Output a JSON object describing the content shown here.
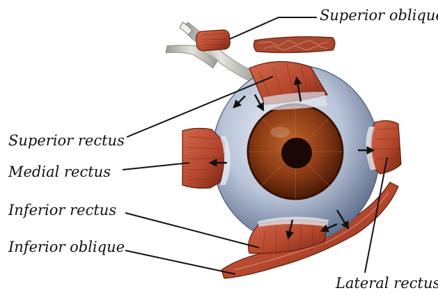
{
  "labels": {
    "superior_oblique": "Superior oblique",
    "superior_rectus": "Superior rectus",
    "medial_rectus": "Medial rectus",
    "inferior_rectus": "Inferior rectus",
    "inferior_oblique": "Inferior oblique",
    "lateral_rectus": "Lateral rectus"
  },
  "colors": {
    "muscle": "#b5482e",
    "muscle_dark": "#7a2714",
    "sclera": "#b8c4d8",
    "iris": "#8a3a14",
    "pupil": "#1a0804",
    "tendon": "#c9c9c2",
    "leader_line": "#111111"
  }
}
